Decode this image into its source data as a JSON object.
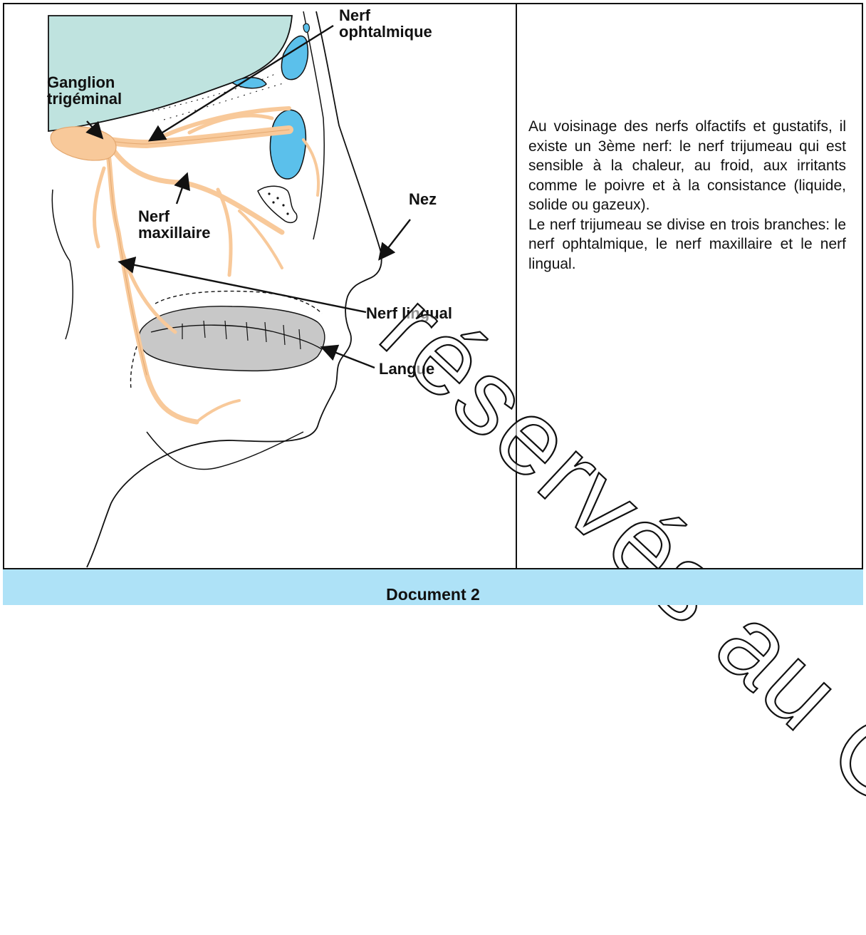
{
  "figure": {
    "labels": {
      "ganglion": "Ganglion\ntrigéminal",
      "ophtalmique": "Nerf\nophtalmique",
      "maxillaire": "Nerf\nmaxillaire",
      "nez": "Nez",
      "lingual": "Nerf lingual",
      "langue": "Langue"
    }
  },
  "description": {
    "paragraphs": [
      "Au voisinage des nerfs olfactifs et gustatifs, il existe un 3ème nerf: le nerf trijumeau qui est sensible à la chaleur, au froid, aux irritants comme le poivre et à la consistance (liquide, solide ou gazeux).",
      "Le nerf trijumeau se divise en trois branches: le nerf ophtalmique, le nerf maxillaire et le nerf lingual."
    ]
  },
  "caption": "Document 2",
  "watermark": "réservés au CNP",
  "colors": {
    "nerve": "#f8c99a",
    "sinus": "#5bc0eb",
    "skull": "#bfe3df",
    "tongue": "#c8c8c8",
    "caption_bg": "#aee2f7"
  }
}
